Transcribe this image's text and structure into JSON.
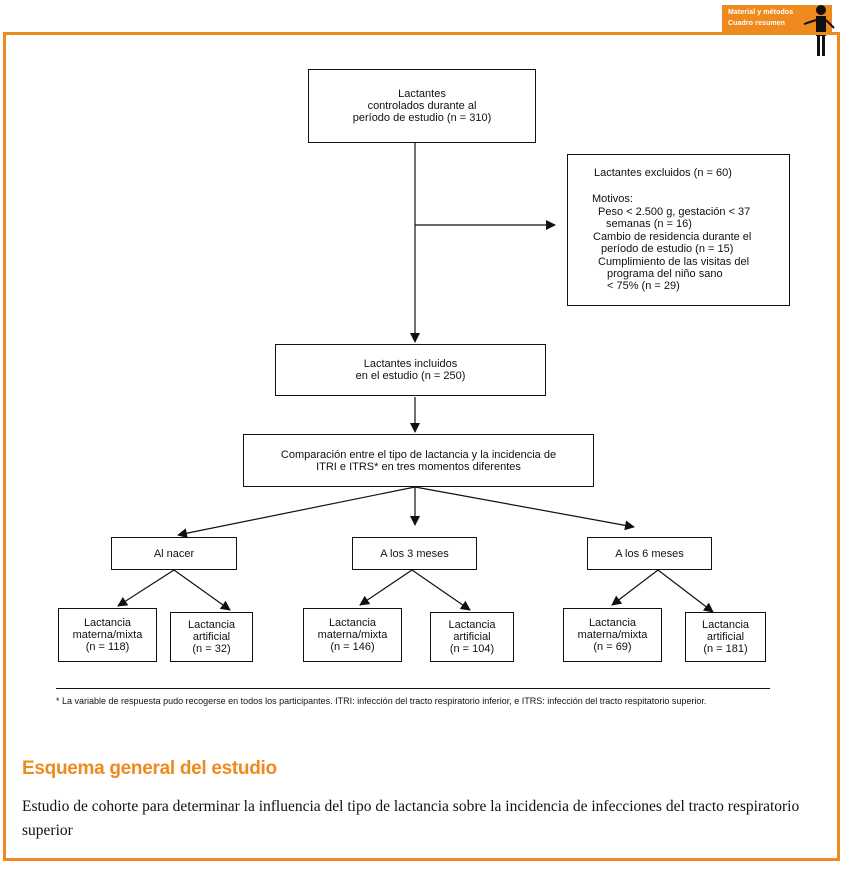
{
  "header": {
    "badge_line1": "Material y métodos",
    "badge_line2": "Cuadro resumen"
  },
  "diagram": {
    "top": {
      "line1": "Lactantes",
      "line2": "controlados durante al",
      "line3": "período de estudio (n = 310)"
    },
    "excluded": {
      "title": "Lactantes excluidos (n = 60)",
      "motivos": "Motivos:",
      "r1a": "Peso < 2.500 g, gestación < 37",
      "r1b": "semanas (n = 16)",
      "r2a": "Cambio de residencia durante el",
      "r2b": "período de estudio (n = 15)",
      "r3a": "Cumplimiento de las visitas del",
      "r3b": "programa del niño sano",
      "r3c": "< 75% (n = 29)"
    },
    "included": {
      "line1": "Lactantes incluidos",
      "line2": "en el estudio (n = 250)"
    },
    "comparison": {
      "line1": "Comparación entre el tipo de lactancia y la incidencia de",
      "line2": "ITRI e ITRS* en tres momentos diferentes"
    },
    "moments": [
      {
        "label": "Al nacer",
        "materna": [
          "Lactancia",
          "materna/mixta",
          "(n = 118)"
        ],
        "artificial": [
          "Lactancia",
          "artificial",
          "(n = 32)"
        ]
      },
      {
        "label": "A los 3 meses",
        "materna": [
          "Lactancia",
          "materna/mixta",
          "(n = 146)"
        ],
        "artificial": [
          "Lactancia",
          "artificial",
          "(n = 104)"
        ]
      },
      {
        "label": "A los 6 meses",
        "materna": [
          "Lactancia",
          "materna/mixta",
          "(n = 69)"
        ],
        "artificial": [
          "Lactancia",
          "artificial",
          "(n = 181)"
        ]
      }
    ]
  },
  "footnote": "* La variable de respuesta pudo recogerse en todos los participantes. ITRI: infección del tracto respiratorio inferior, e ITRS: infección del tracto respitatorio superior.",
  "section": {
    "title": "Esquema general del estudio",
    "text": "Estudio de cohorte para determinar la influencia del tipo de lactancia sobre la incidencia de infecciones del tracto respiratorio superior"
  },
  "colors": {
    "accent": "#ee8a1e",
    "ink": "#111111"
  },
  "icons": [
    "teacher-pointer-icon"
  ]
}
